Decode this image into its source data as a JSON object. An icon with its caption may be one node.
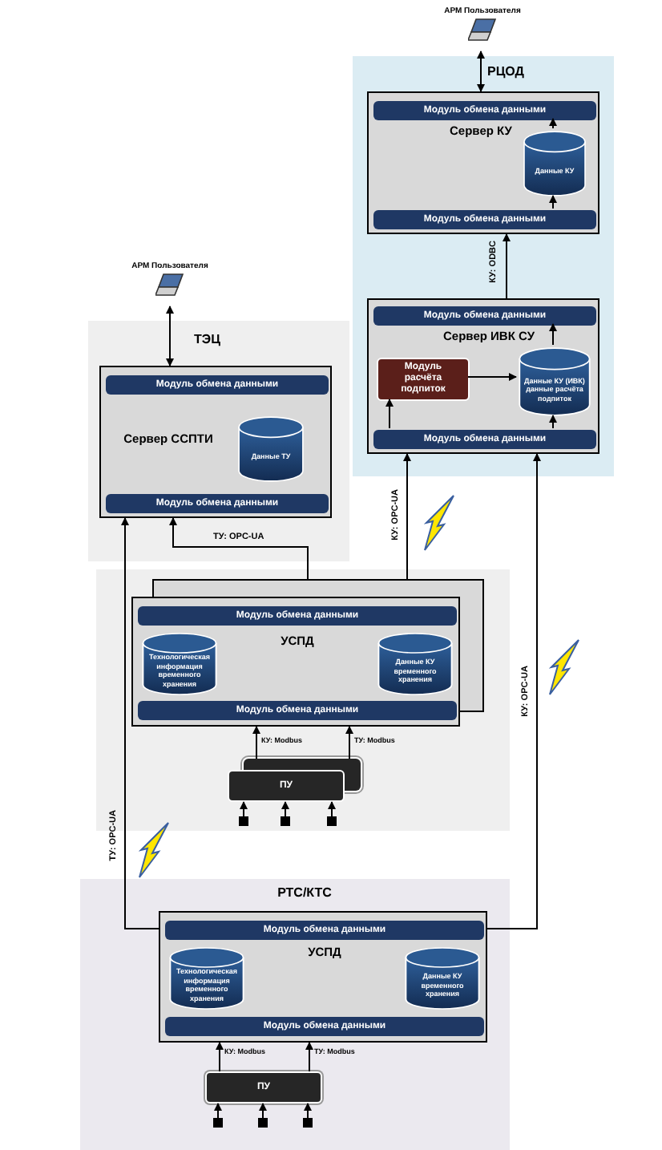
{
  "diagram": {
    "nodes": [
      {
        "text": [
          "АРМ Пользователя"
        ]
      },
      {
        "text": [
          "РЦОД"
        ]
      },
      {
        "text": [
          "Сервер КУ"
        ],
        "in": 1
      },
      {
        "text": [
          "Модуль обмена данными"
        ],
        "in": 2
      },
      {
        "text": [
          "Данные КУ"
        ],
        "in": 2
      },
      {
        "text": [
          "Модуль обмена данными"
        ],
        "in": 2
      },
      {
        "text": [
          "Сервер ИВК СУ"
        ],
        "in": 1
      },
      {
        "text": [
          "Модуль обмена данными"
        ],
        "in": 6
      },
      {
        "text": [
          "Модуль расчёта подпиток"
        ],
        "in": 6
      },
      {
        "text": [
          "Данные КУ (ИВК) данные расчёта подпиток"
        ],
        "in": 6
      },
      {
        "text": [
          "Модуль обмена данными"
        ],
        "in": 6
      },
      {
        "text": [
          "АРМ Пользователя"
        ]
      },
      {
        "text": [
          "ТЭЦ"
        ]
      },
      {
        "text": [
          "Сервер ССПТИ"
        ],
        "in": 12
      },
      {
        "text": [
          "Модуль обмена данными"
        ],
        "in": 13
      },
      {
        "text": [
          "Данные ТУ"
        ],
        "in": 13
      },
      {
        "text": [
          "Модуль обмена данными"
        ],
        "in": 13
      },
      {
        "text": [
          "УСПД"
        ]
      },
      {
        "text": [
          "Модуль обмена данными"
        ],
        "in": 17
      },
      {
        "text": [
          "Технологическая информация временного хранения"
        ],
        "in": 17
      },
      {
        "text": [
          "Данные КУ временного хранения"
        ],
        "in": 17
      },
      {
        "text": [
          "Модуль обмена данными"
        ],
        "in": 17
      },
      {
        "text": [
          "ПУ"
        ]
      },
      {
        "text": [],
        "shape": "box"
      },
      {
        "text": [],
        "shape": "box"
      },
      {
        "text": [],
        "shape": "box"
      },
      {
        "text": [
          "РТС/КТС"
        ]
      },
      {
        "text": [
          "УСПД"
        ],
        "in": 26
      },
      {
        "text": [
          "Модуль обмена данными"
        ],
        "in": 27
      },
      {
        "text": [
          "Технологическая информация временного хранения"
        ],
        "in": 27
      },
      {
        "text": [
          "Данные КУ временного хранения"
        ],
        "in": 27
      },
      {
        "text": [
          "Модуль обмена данными"
        ],
        "in": 27
      },
      {
        "text": [
          "ПУ"
        ],
        "in": 26
      },
      {
        "text": [],
        "shape": "box",
        "in": 26
      },
      {
        "text": [],
        "shape": "box",
        "in": 26
      },
      {
        "text": [],
        "shape": "box",
        "in": 26
      }
    ],
    "edges": [
      {
        "from": 0,
        "to": 2,
        "arrow": "both"
      },
      {
        "from": 6,
        "to": 2,
        "arrow": "to",
        "label": "КУ: ODBC"
      },
      {
        "from": 5,
        "to": 4,
        "arrow": "to"
      },
      {
        "from": 4,
        "to": 3,
        "arrow": "to"
      },
      {
        "from": 10,
        "to": 8,
        "arrow": "to"
      },
      {
        "from": 8,
        "to": 9,
        "arrow": "to"
      },
      {
        "from": 10,
        "to": 9,
        "arrow": "to"
      },
      {
        "from": 9,
        "to": 7,
        "arrow": "to"
      },
      {
        "from": 11,
        "to": 13,
        "arrow": "both"
      },
      {
        "from": 17,
        "to": 13,
        "arrow": "to",
        "label": "ТУ: OPC-UA"
      },
      {
        "from": 17,
        "to": 6,
        "arrow": "to",
        "label": "КУ: OPC-UA"
      },
      {
        "from": 22,
        "to": 17,
        "arrow": "to",
        "label": "КУ: Modbus"
      },
      {
        "from": 22,
        "to": 17,
        "arrow": "to",
        "label": "ТУ: Modbus"
      },
      {
        "from": 23,
        "to": 22,
        "arrow": "to"
      },
      {
        "from": 24,
        "to": 22,
        "arrow": "to"
      },
      {
        "from": 25,
        "to": 22,
        "arrow": "to"
      },
      {
        "from": 27,
        "to": 13,
        "arrow": "to",
        "label": "ТУ: OPC-UA"
      },
      {
        "from": 27,
        "to": 6,
        "arrow": "to",
        "label": "КУ: OPC-UA"
      },
      {
        "from": 32,
        "to": 27,
        "arrow": "to",
        "label": "КУ: Modbus"
      },
      {
        "from": 32,
        "to": 27,
        "arrow": "to",
        "label": "ТУ: Modbus"
      },
      {
        "from": 33,
        "to": 32,
        "arrow": "to"
      },
      {
        "from": 34,
        "to": 32,
        "arrow": "to"
      },
      {
        "from": 35,
        "to": 32,
        "arrow": "to"
      }
    ]
  }
}
